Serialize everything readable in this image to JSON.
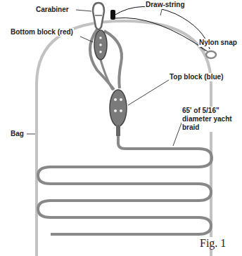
{
  "diagram": {
    "caption": "Fig. 1",
    "labels": [
      "Carabiner",
      "Draw-string",
      "Bottom block (red)",
      "Nylon snap",
      "Top block (blue)",
      "Bag",
      "65' of 5/16\" diameter yacht braid"
    ]
  }
}
